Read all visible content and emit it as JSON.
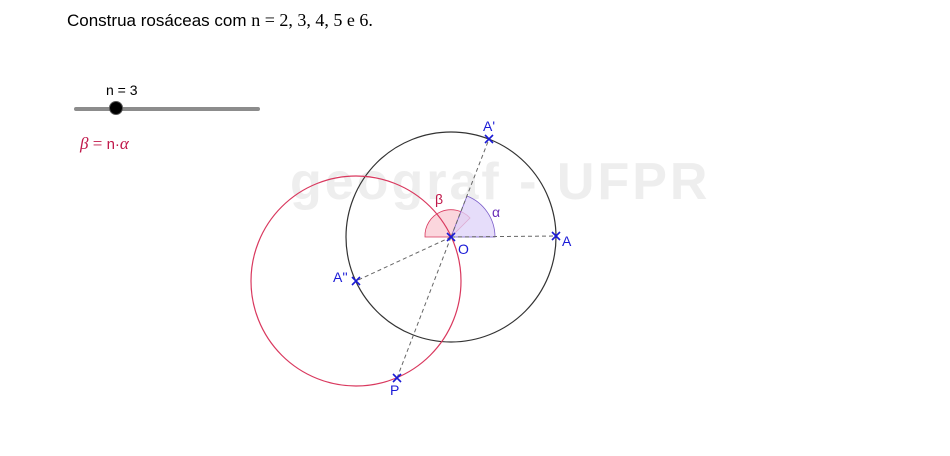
{
  "instruction": {
    "prefix": "Construa rosáceas com ",
    "math": "n = 2, 3, 4, 5 e 6."
  },
  "slider": {
    "label": "n = 3",
    "value": 3
  },
  "formula": {
    "beta": "β",
    "eq": " = ",
    "n": "n·",
    "alpha": "α"
  },
  "watermark": "geograf - UFPR",
  "points": {
    "A": "A",
    "A1": "A'",
    "A2": "A''",
    "O": "O",
    "P": "P"
  },
  "angles": {
    "alpha": "α",
    "beta": "β"
  },
  "colors": {
    "point": "#1a1ad6",
    "red_circle": "#d9385e",
    "black_circle": "#333333",
    "alpha_fill": "#d6ccf7",
    "beta_fill": "#f9c8d2",
    "label_beta": "#c0184a",
    "label_alpha": "#6a2fb8"
  }
}
